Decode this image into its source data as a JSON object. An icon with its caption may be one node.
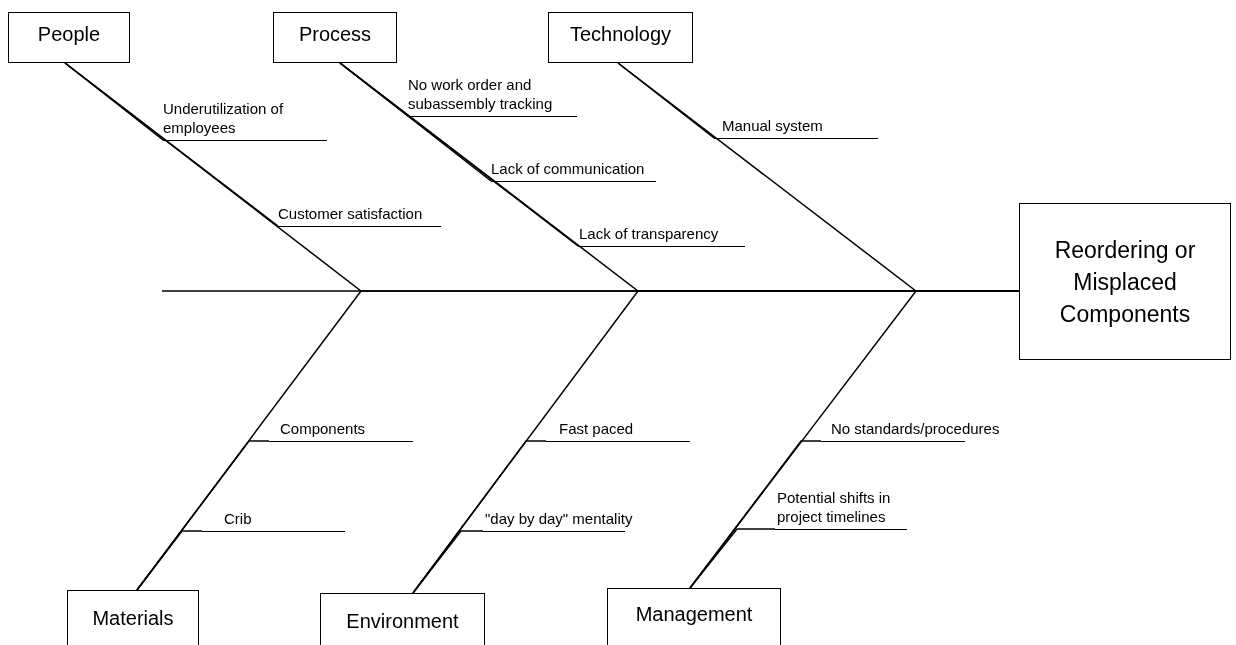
{
  "diagram": {
    "nodes": [
      {
        "text": [
          "People"
        ]
      },
      {
        "text": [
          "Underutilization of employees"
        ]
      },
      {
        "text": [
          "Customer satisfaction"
        ]
      },
      {
        "text": [
          "Process"
        ]
      },
      {
        "text": [
          "No work order and subassembly tracking"
        ]
      },
      {
        "text": [
          "Lack of communication"
        ]
      },
      {
        "text": [
          "Lack of transparency"
        ]
      },
      {
        "text": [
          "Technology"
        ]
      },
      {
        "text": [
          "Manual system"
        ]
      },
      {
        "text": [
          "Reordering or Misplaced Components"
        ]
      },
      {
        "text": [
          "Materials"
        ]
      },
      {
        "text": [
          "Components"
        ]
      },
      {
        "text": [
          "Crib"
        ]
      },
      {
        "text": [
          "Environment"
        ]
      },
      {
        "text": [
          "Fast paced"
        ]
      },
      {
        "text": [
          "\"day by day\" mentality"
        ]
      },
      {
        "text": [
          "Management"
        ]
      },
      {
        "text": [
          "No standards/procedures"
        ]
      },
      {
        "text": [
          "Potential shifts in project timelines"
        ]
      }
    ],
    "edges": [
      {
        "from": 0,
        "to": 9,
        "arrow": "none"
      },
      {
        "from": 3,
        "to": 9,
        "arrow": "none"
      },
      {
        "from": 7,
        "to": 9,
        "arrow": "none"
      },
      {
        "from": 10,
        "to": 9,
        "arrow": "none"
      },
      {
        "from": 13,
        "to": 9,
        "arrow": "none"
      },
      {
        "from": 16,
        "to": 9,
        "arrow": "none"
      },
      {
        "from": 1,
        "to": 0,
        "arrow": "none"
      },
      {
        "from": 2,
        "to": 0,
        "arrow": "none"
      },
      {
        "from": 4,
        "to": 3,
        "arrow": "none"
      },
      {
        "from": 5,
        "to": 3,
        "arrow": "none"
      },
      {
        "from": 6,
        "to": 3,
        "arrow": "none"
      },
      {
        "from": 8,
        "to": 7,
        "arrow": "none"
      },
      {
        "from": 11,
        "to": 10,
        "arrow": "none"
      },
      {
        "from": 12,
        "to": 10,
        "arrow": "none"
      },
      {
        "from": 14,
        "to": 13,
        "arrow": "none"
      },
      {
        "from": 15,
        "to": 13,
        "arrow": "none"
      },
      {
        "from": 17,
        "to": 16,
        "arrow": "none"
      },
      {
        "from": 18,
        "to": 16,
        "arrow": "none"
      }
    ]
  }
}
